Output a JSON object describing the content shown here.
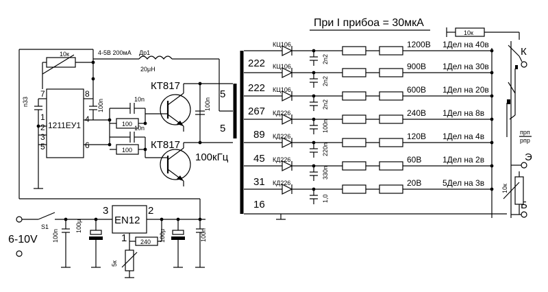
{
  "header": {
    "text": "При I прибоа = 30мкА"
  },
  "top_resistor": "10к",
  "ic": {
    "name": "1211ЕУ1",
    "pins": [
      "7",
      "8",
      "1",
      "2",
      "3",
      "5",
      "4",
      "6"
    ],
    "trim": "10к",
    "cap_left": "n33",
    "cap_right": "100n"
  },
  "supply_note": "4-5В 200мА",
  "choke": {
    "name": "Др1",
    "value": "20μH"
  },
  "transistors": {
    "q1": "КТ817",
    "q2": "КТ817"
  },
  "driver": {
    "res_top": "100",
    "res_bot": "100",
    "cap_top": "10n",
    "cap_bot": "10n"
  },
  "transformer": {
    "primary": [
      "5",
      "5"
    ],
    "freq": "100кГц",
    "cap": "100n",
    "secondary": [
      "222",
      "222",
      "267",
      "89",
      "45",
      "31",
      "16"
    ]
  },
  "rows": [
    {
      "diode": "КЦ106",
      "cap": "2n2",
      "voltage": "1200В",
      "scale": "1Дел на 40в"
    },
    {
      "diode": "КЦ106",
      "cap": "2n2",
      "voltage": "900В",
      "scale": "1Дел на 30в"
    },
    {
      "diode": "КЦ106",
      "cap": "2n2",
      "voltage": "600В",
      "scale": "1Дел на 20в"
    },
    {
      "diode": "КД226",
      "cap": "100n",
      "voltage": "240В",
      "scale": "1Дел на 8в"
    },
    {
      "diode": "КД226",
      "cap": "220n",
      "voltage": "120В",
      "scale": "1Дел на 4в"
    },
    {
      "diode": "КД226",
      "cap": "330n",
      "voltage": "60В",
      "scale": "1Дел на 2в"
    },
    {
      "diode": "КД226",
      "cap": "1,0",
      "voltage": "20В",
      "scale": "5Дел на 3в"
    }
  ],
  "terminals": {
    "k": "К",
    "e": "Э",
    "b": "Б",
    "type1": "прп",
    "type2": "рпр",
    "pot": "10к"
  },
  "psu": {
    "input": "6-10V",
    "switch": "S1",
    "regulator": "EN12",
    "pin_in": "3",
    "pin_out": "2",
    "pin_adj": "1",
    "cap_in1": "100n",
    "cap_in2": "100μ",
    "res": "240",
    "pot": "5к",
    "cap_out1": "100μ",
    "cap_out2": "100n"
  }
}
